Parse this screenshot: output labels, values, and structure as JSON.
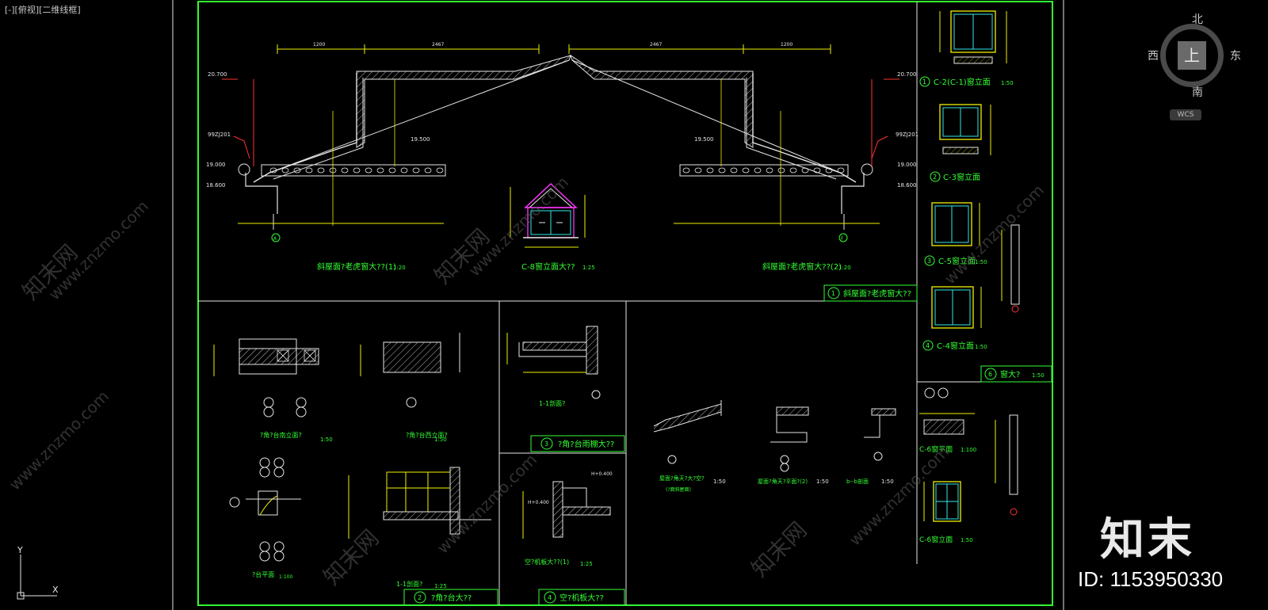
{
  "view_label": "[-][俯视][二维线框]",
  "viewcube": {
    "north": "北",
    "south": "南",
    "west": "西",
    "east": "东",
    "top": "上",
    "wcs": "WCS"
  },
  "ucs": {
    "y": "Y",
    "x": "X"
  },
  "watermark": {
    "logo": "知末",
    "id": "ID: 1153950330",
    "url": "www.znzmo.com",
    "cn": "知末网"
  },
  "titles": {
    "roof1": "斜屋面?老虎窗大??(1)",
    "roof1_scale": "1:20",
    "c8": "C-8窗立面大??",
    "c8_scale": "1:25",
    "roof2": "斜屋面?老虎窗大??(2)",
    "roof2_scale": "1:20",
    "sec1": "斜屋面?老虎窗大??",
    "sec1_num": "1",
    "c2": "C-2(C-1)窗立面",
    "c2_num": "1",
    "c2_scale": "1:50",
    "c3": "C-3窗立面",
    "c3_num": "2",
    "c5": "C-5窗立面",
    "c5_num": "3",
    "c5_scale": "1:50",
    "c4": "C-4窗立面",
    "c4_num": "4",
    "c4_scale": "1:50",
    "win_sec": "窗大?",
    "win_sec_num": "6",
    "win_sec_scale": "1:50",
    "bay_south": "?角?台南立面?",
    "bay_south_scale": "1:50",
    "bay_west": "?角?台西立面?",
    "bay_west_scale": "1:50",
    "canopy_sec": "1-1剖面?",
    "canopy": "?角?台雨棚大??",
    "canopy_num": "3",
    "bay_plan": "?台平面",
    "bay_plan_scale": "1:100",
    "bay_1_1": "1-1剖面?",
    "bay_1_1_scale": "1:25",
    "bay_detail": "?角?台大??",
    "bay_detail_num": "2",
    "ac_board": "空?机板大??(1)",
    "ac_board_scale": "1:25",
    "ac_detail": "空?机板大??",
    "ac_detail_num": "4",
    "eave1": "屋面?角天?大?空?",
    "eave1_sub": "(?面斜屋面)",
    "eave1_scale": "1:50",
    "eave2": "屋面?角天?平面?(2)",
    "eave2_scale": "1:50",
    "bb": "b--b剖面",
    "bb_scale": "1:50",
    "c6_plan": "C-6窗平面",
    "c6_plan_scale": "1:100",
    "c6_elev": "C-6窗立面",
    "c6_elev_scale": "1:50"
  },
  "dims": {
    "elev_20700_l": "20.700",
    "elev_19500_l": "19.500",
    "elev_19000_l": "19.000",
    "elev_18600_l": "18.600",
    "elev_20700_r": "20.700",
    "elev_19500_r": "19.500",
    "elev_19000_r": "19.000",
    "elev_18600_r": "18.600",
    "top_span_l": "2467",
    "top_span_r": "2467",
    "side_l": "1200",
    "side_r": "1200",
    "axis_a": "A",
    "axis_f": "F",
    "ref_l": "99ZJ201",
    "ref_r": "99ZJ201",
    "ac_h1": "H+0.400",
    "ac_h2": "H+0.400"
  },
  "colors": {
    "background": "#000000",
    "frame": "#33ff33",
    "line_white": "#e6e6e6",
    "line_cyan": "#33e6e6",
    "line_yellow": "#f0f000",
    "line_magenta": "#ff33ff",
    "line_red": "#ff3333",
    "text_green": "#33ff33"
  }
}
